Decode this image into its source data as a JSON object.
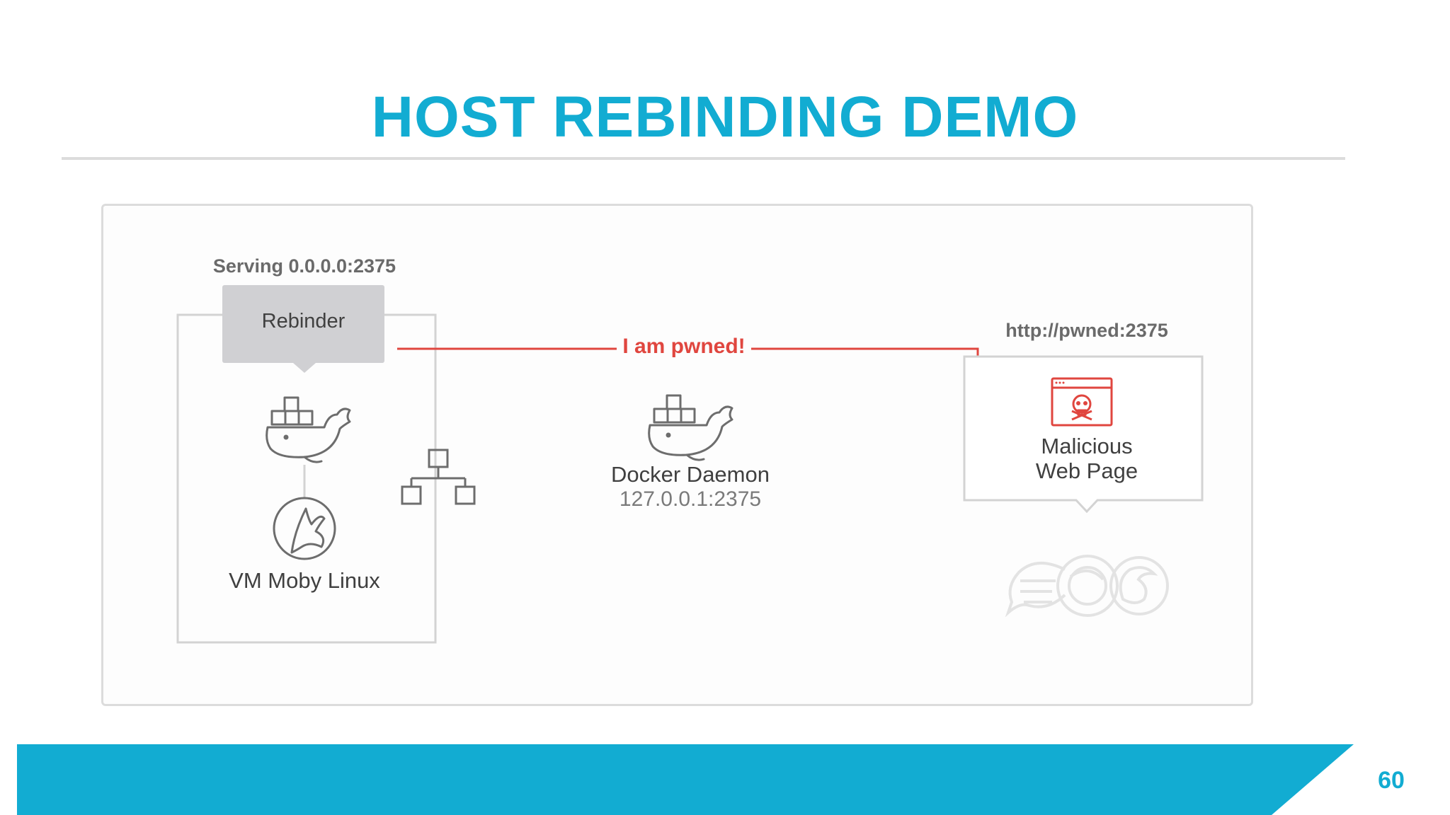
{
  "slide": {
    "title": "HOST REBINDING DEMO",
    "page_number": "60"
  },
  "diagram": {
    "serving_label": "Serving 0.0.0.0:2375",
    "rebinder_label": "Rebinder",
    "vm_label": "VM Moby Linux",
    "message_label": "I am pwned!",
    "daemon_title": "Docker Daemon",
    "daemon_address": "127.0.0.1:2375",
    "url_label": "http://pwned:2375",
    "malicious_line1": "Malicious",
    "malicious_line2": "Web Page",
    "icons": [
      "docker-whale-icon",
      "moby-linux-icon",
      "network-icon",
      "docker-whale-icon",
      "browser-skull-icon",
      "browsers-icon"
    ]
  },
  "colors": {
    "accent": "#12acd2",
    "alert": "#e0463f",
    "diagram_line": "#d3d3d3"
  }
}
